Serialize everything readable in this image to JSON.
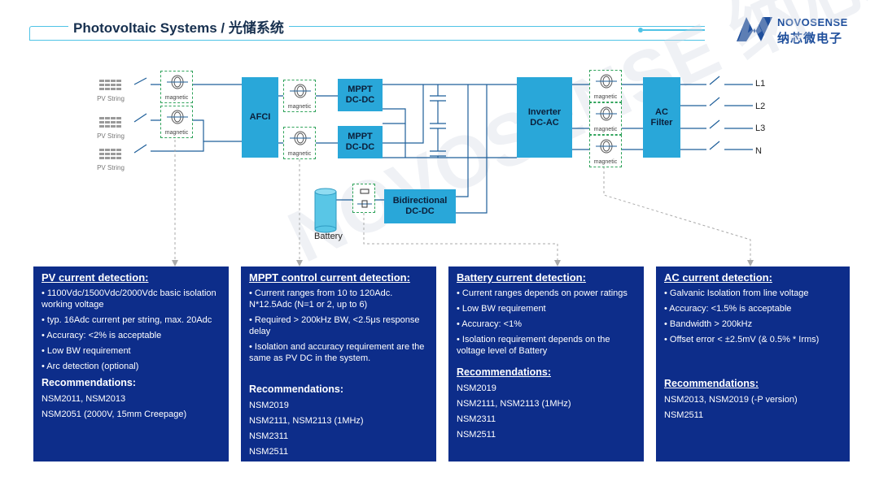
{
  "header": {
    "title": "Photovoltaic Systems / 光储系统",
    "logo_en": "NOVOSENSE",
    "logo_cn": "纳芯微电子"
  },
  "diagram": {
    "pv_strings": [
      "PV String",
      "PV String",
      "PV String"
    ],
    "sensor_label": "magnetic",
    "blocks": {
      "afci": "AFCI",
      "mppt1": "MPPT\nDC-DC",
      "mppt2": "MPPT\nDC-DC",
      "inverter": "Inverter\nDC-AC",
      "ac_filter": "AC\nFilter",
      "bidirectional": "Bidirectional\nDC-DC"
    },
    "battery": "Battery",
    "outputs": [
      "L1",
      "L2",
      "L3",
      "N"
    ],
    "watermark": "NOVOSENSE 纳芯微电子"
  },
  "boxes": [
    {
      "title": "PV current detection:",
      "bullets": [
        "• 1100Vdc/1500Vdc/2000Vdc basic isolation working voltage",
        "• typ. 16Adc current per string, max. 20Adc",
        "• Accuracy: <2% is acceptable",
        "• Low BW requirement",
        "• Arc detection (optional)"
      ],
      "rec_title": "Recommendations:",
      "recs": [
        "NSM2011, NSM2013",
        "NSM2051 (2000V, 15mm Creepage)"
      ]
    },
    {
      "title": "MPPT control current detection:",
      "bullets": [
        "• Current ranges from 10 to 120Adc. N*12.5Adc  (N=1 or 2, up to 6)",
        "• Required > 200kHz BW, <2.5μs response delay",
        "• Isolation and accuracy requirement are the same as PV DC in the system."
      ],
      "rec_title": "Recommendations:",
      "recs": [
        "NSM2019",
        "NSM2111, NSM2113 (1MHz)",
        "NSM2311",
        "NSM2511"
      ]
    },
    {
      "title": "Battery current detection:",
      "bullets": [
        "• Current ranges depends on power ratings",
        "• Low BW requirement",
        "• Accuracy: <1%",
        "• Isolation requirement depends on the voltage level of Battery"
      ],
      "rec_title": "Recommendations:",
      "recs": [
        "NSM2019",
        "NSM2111, NSM2113 (1MHz)",
        "NSM2311",
        "NSM2511"
      ]
    },
    {
      "title": "AC current detection:",
      "bullets": [
        "• Galvanic Isolation from line voltage",
        "• Accuracy: <1.5% is acceptable",
        "• Bandwidth > 200kHz",
        "• Offset error < ±2.5mV (& 0.5% * Irms)"
      ],
      "rec_title": "Recommendations:",
      "recs": [
        "NSM2013, NSM2019 (-P version)",
        "NSM2511"
      ]
    }
  ]
}
